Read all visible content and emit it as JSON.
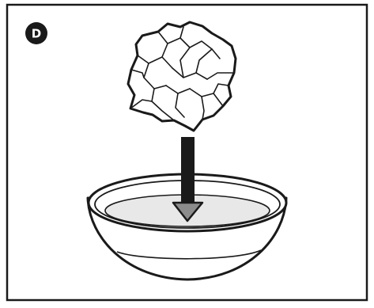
{
  "panel": {
    "step_label": "D"
  },
  "colors": {
    "outline": "#1a1a1a",
    "water": "#e8e8e8",
    "arrow_head": "#8c8c8c",
    "background": "#ffffff"
  },
  "icons": {
    "paper": "crumpled-paper-ball",
    "bowl": "bowl-of-water",
    "arrow": "down-arrow"
  }
}
